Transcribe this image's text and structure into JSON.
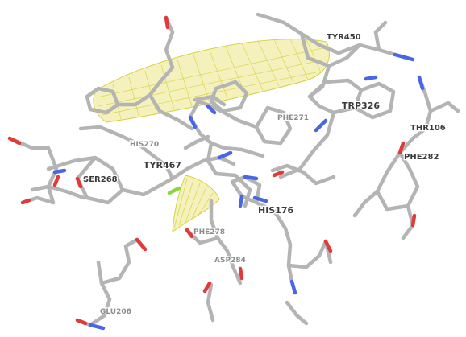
{
  "viewer": {
    "colors": {
      "carbon": "#b4b4b4",
      "oxygen": "#e03a3a",
      "nitrogen": "#4a66e6",
      "fluorine": "#8bd63a",
      "hydrophobic_surface": "#e6e06a",
      "label_dark": "#3a3a3a",
      "label_light": "#8c8c8c"
    },
    "residues": [
      {
        "name": "TYR450",
        "tone": "dark"
      },
      {
        "name": "TRP326",
        "tone": "dark"
      },
      {
        "name": "THR106",
        "tone": "dark"
      },
      {
        "name": "PHE282",
        "tone": "dark"
      },
      {
        "name": "HIS270",
        "tone": "light"
      },
      {
        "name": "TYR467",
        "tone": "dark"
      },
      {
        "name": "SER268",
        "tone": "dark"
      },
      {
        "name": "HIS176",
        "tone": "dark"
      },
      {
        "name": "PHE278",
        "tone": "light"
      },
      {
        "name": "ASP284",
        "tone": "light"
      },
      {
        "name": "GLU206",
        "tone": "light"
      },
      {
        "name": "PHE271",
        "tone": "light"
      }
    ]
  }
}
